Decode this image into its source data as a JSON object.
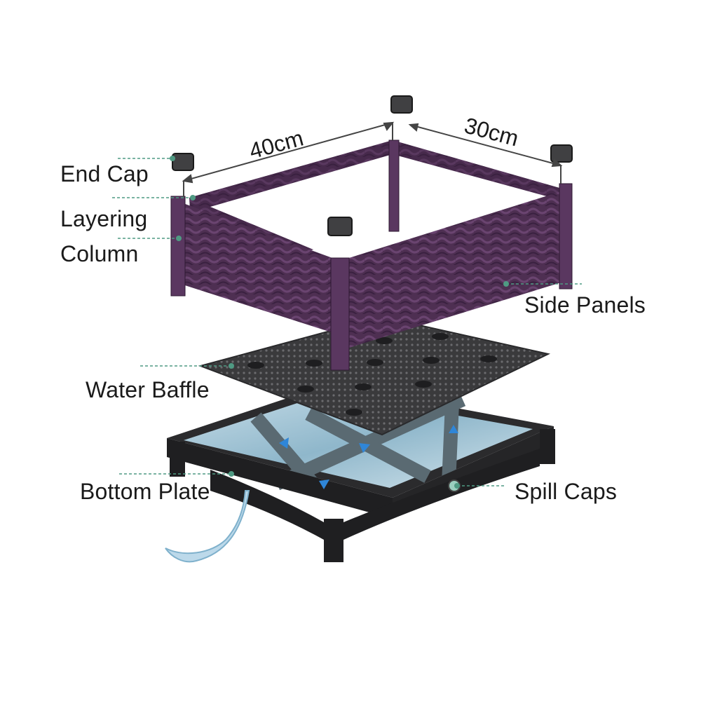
{
  "dimensions": {
    "length": "40cm",
    "width": "30cm"
  },
  "labels": {
    "end_cap": "End Cap",
    "layering_line1": "Layering",
    "layering_line2": "Column",
    "side_panels": "Side Panels",
    "water_baffle": "Water Baffle",
    "bottom_plate": "Bottom Plate",
    "spill_caps": "Spill Caps"
  },
  "colors": {
    "panel": "#4e2f52",
    "panel_dark": "#3a2140",
    "panel_light": "#6a4470",
    "baffle": "#3a3a3c",
    "plate": "#2b2b2d",
    "water": "#a9c9d8",
    "leader": "#4f9a83",
    "arrow": "#2f86d8"
  }
}
